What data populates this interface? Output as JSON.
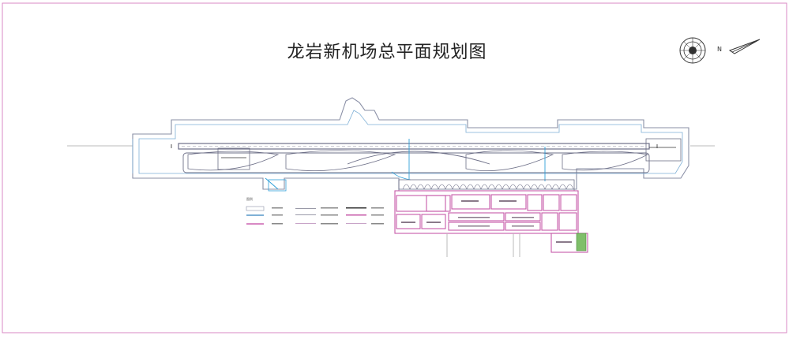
{
  "title": "龙岩新机场总平面规划图",
  "compass": {
    "north_label": "N"
  },
  "legend": {
    "heading": "图例"
  },
  "colors": {
    "frame": "#d889c4",
    "apron": "#c65aa8",
    "runway": "#6e7088",
    "taxiway_blue": "#7fb0d6",
    "road_blue": "#2f9fd8",
    "line_gray": "#9a9aa8"
  }
}
